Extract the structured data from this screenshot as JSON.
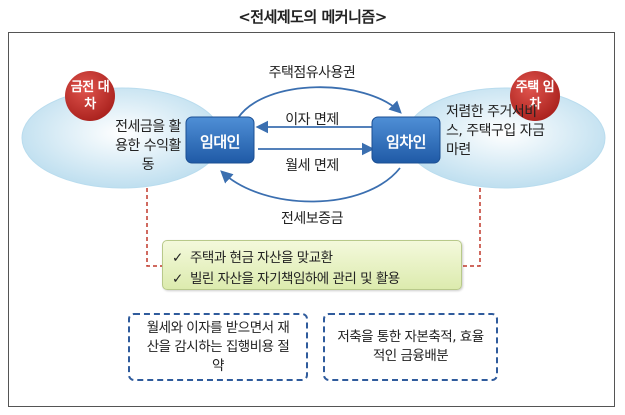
{
  "title": "<전세제도의 메커니즘>",
  "landlord": {
    "label": "임대인",
    "badge": "금전 대차",
    "desc": "전세금을 활용한 수익활동"
  },
  "tenant": {
    "label": "임차인",
    "badge": "주택 임차",
    "desc": "저렴한 주거서비스, 주택구입 자금 마련"
  },
  "flows": {
    "top": "주택점유사용권",
    "interest": "이자 면제",
    "rent": "월세 면제",
    "bottom": "전세보증금"
  },
  "summary": {
    "items": [
      "주택과 현금 자산을 맞교환",
      "빌린 자산을 자기책임하에 관리 및 활용"
    ]
  },
  "outcomes": {
    "left": "월세와 이자를 받으면서 재산을 감시하는 집행비용 절약",
    "right": "저축을 통한 자본축적, 효율적인 금융배분"
  },
  "colors": {
    "cloud": "#cfe8f3",
    "badge_red": "#c9302c",
    "box_blue": "#2e6db6",
    "arrow_blue": "#3b6fb0",
    "dashed_red": "#c0392b",
    "dashed_blue": "#2f5b9c"
  }
}
